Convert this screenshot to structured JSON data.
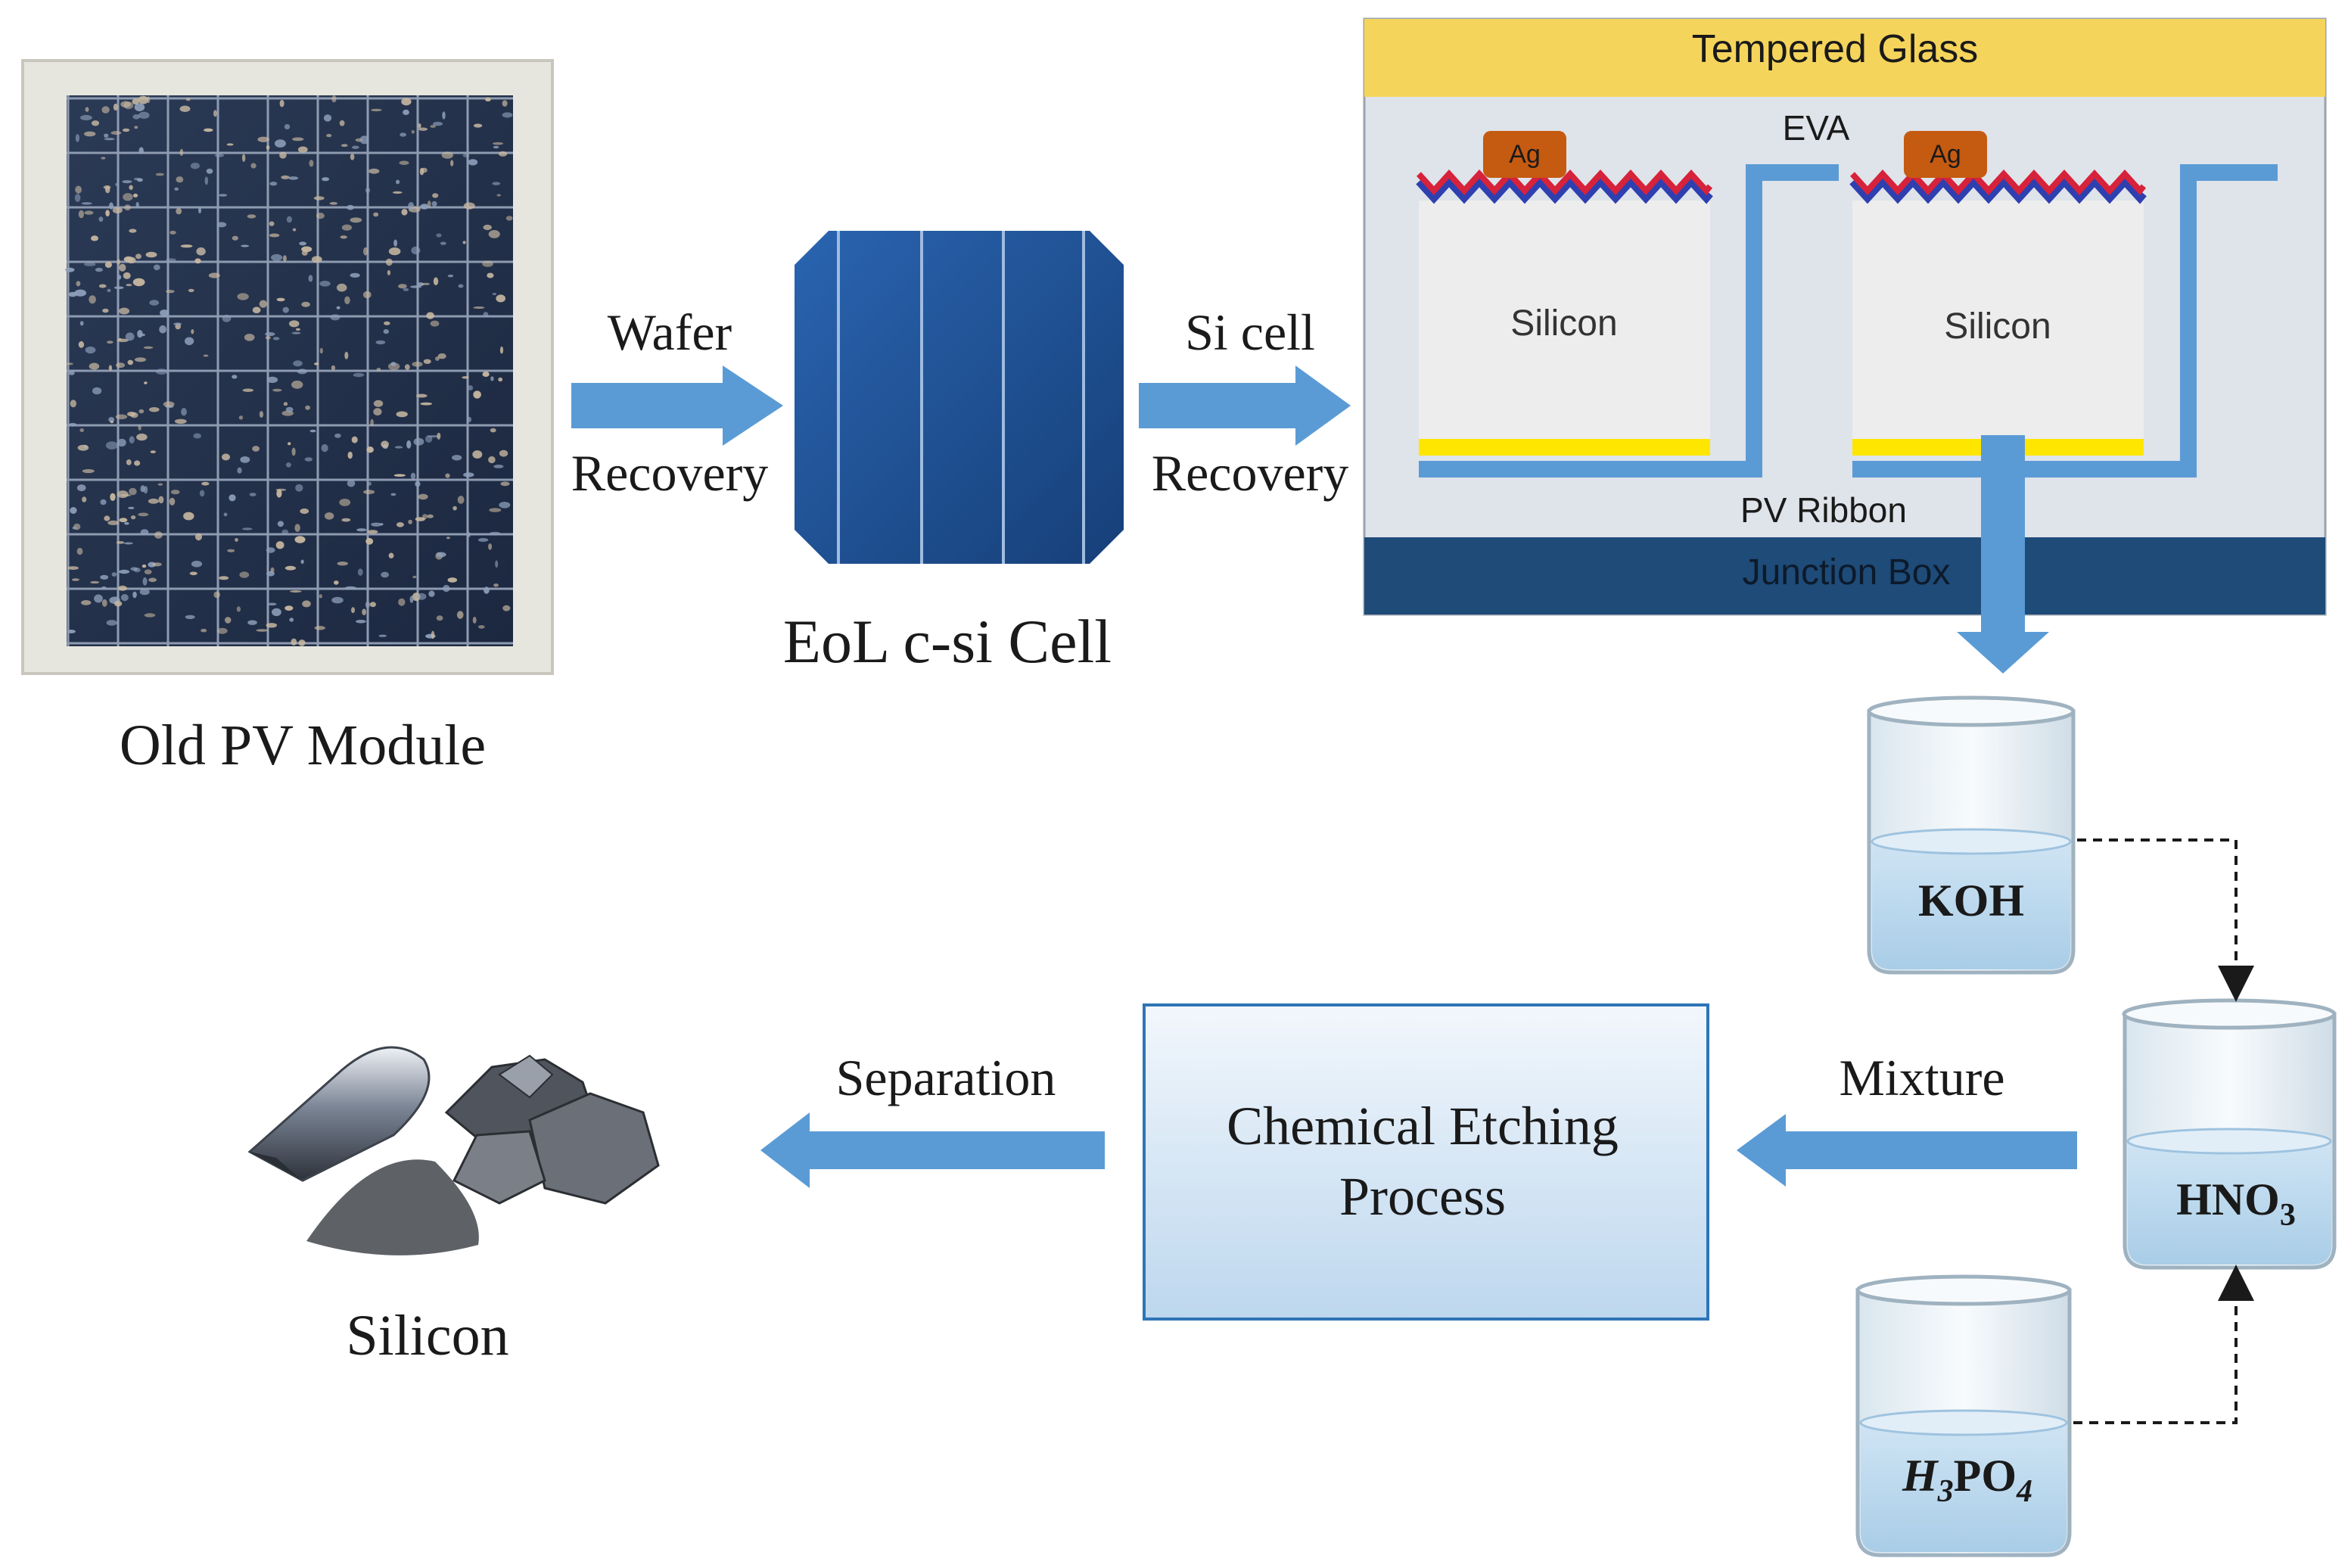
{
  "module": {
    "caption": "Old PV Module"
  },
  "wafer_recovery": {
    "line1": "Wafer",
    "line2": "Recovery"
  },
  "cell": {
    "caption": "EoL c-si Cell"
  },
  "si_cell_recovery": {
    "line1": "Si cell",
    "line2": "Recovery"
  },
  "cross_section": {
    "top_layer": "Tempered Glass",
    "encapsulant": "EVA",
    "contact_left": "Ag",
    "contact_right": "Ag",
    "cell_left": "Silicon",
    "cell_right": "Silicon",
    "ribbon": "PV Ribbon",
    "bottom_layer": "Junction Box",
    "colors": {
      "glass": "#f5d45b",
      "body": "#dfe3ea",
      "cell": "#ededed",
      "junction": "#1e4b78",
      "ribbon": "#5b9bd5",
      "silver": "#c55a11",
      "texture_red": "#d6223a",
      "texture_blue": "#2e3fb0",
      "rear_yellow": "#ffe600"
    }
  },
  "beakers": {
    "koh": "KOH",
    "hno3": "HNO",
    "hno3_sub": "3",
    "h3po4_h": "H",
    "h3po4_sub1": "3",
    "h3po4_mid": "PO",
    "h3po4_sub2": "4"
  },
  "mixture_label": "Mixture",
  "etching": {
    "line1": "Chemical Etching",
    "line2": "Process"
  },
  "separation_label": "Separation",
  "silicon_caption": "Silicon",
  "colors": {
    "arrow": "#5b9bd5",
    "text": "#1a1a1a",
    "process_box_top": "#f2f7fc",
    "process_box_bottom": "#bdd7ee",
    "process_box_border": "#2e75b6",
    "cell_blue": "#1f4e8c"
  }
}
